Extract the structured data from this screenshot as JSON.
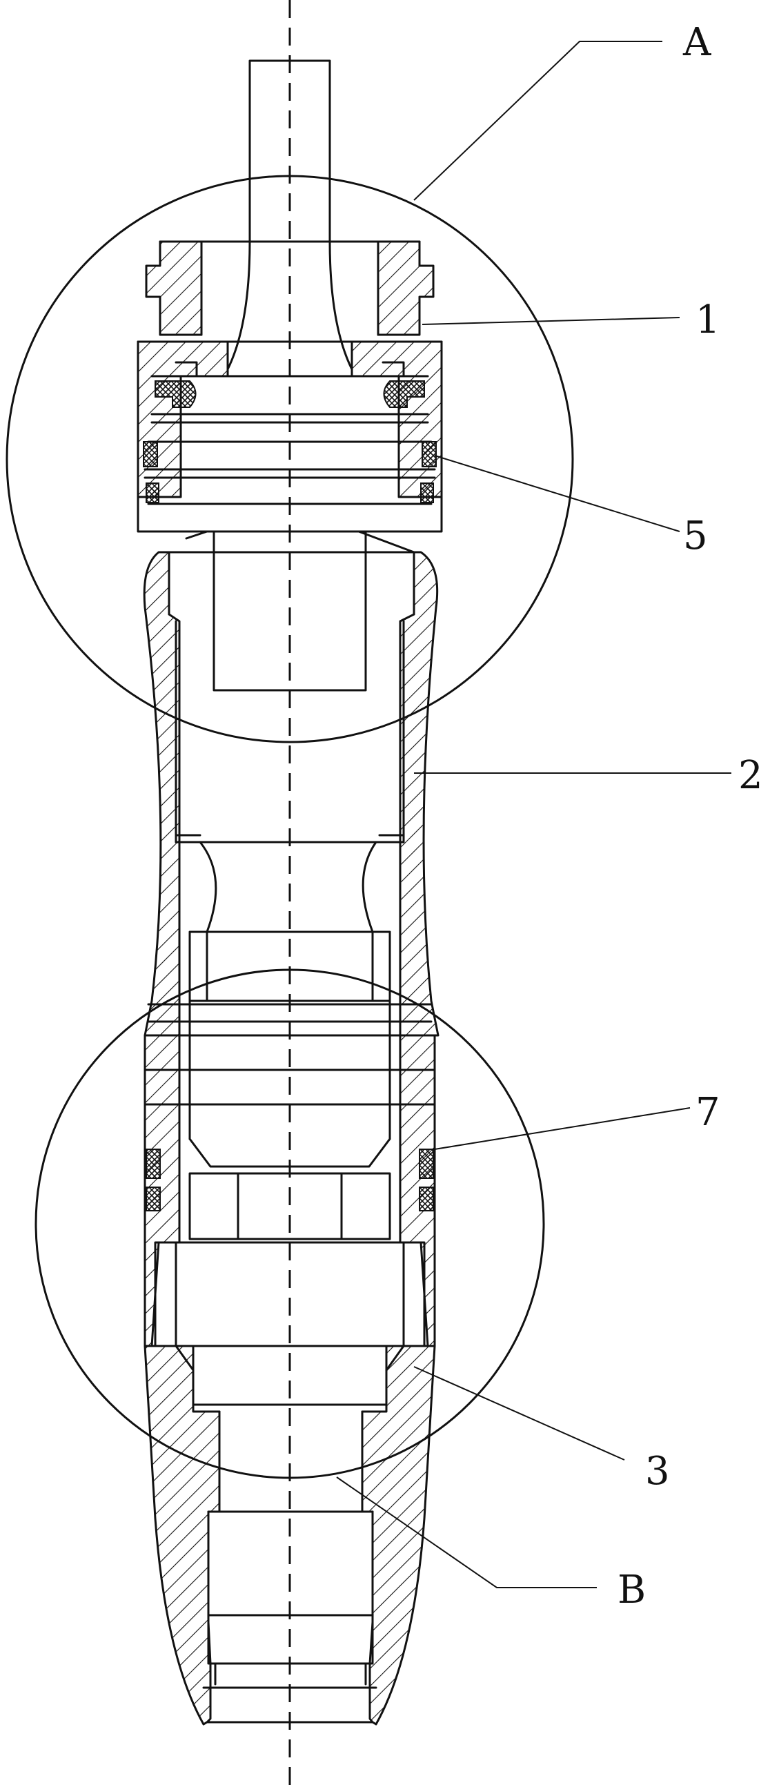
{
  "labels": {
    "A": "A",
    "one": "1",
    "five": "5",
    "two": "2",
    "seven": "7",
    "three": "3",
    "B": "B"
  }
}
